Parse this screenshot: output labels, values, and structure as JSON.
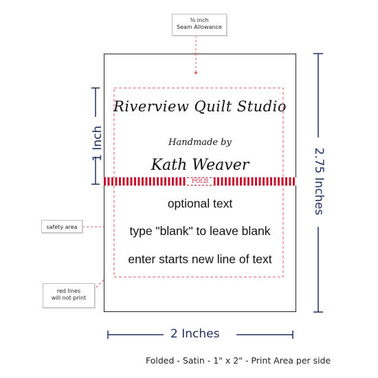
{
  "callouts": {
    "seam_fraction": "⅜",
    "seam_unit": "inch",
    "seam_label": "Seam Allowance",
    "safety_label": "safety area",
    "red_lines_1": "red lines",
    "red_lines_2": "will not print"
  },
  "label": {
    "studio_name": "Riverview Quilt Studio",
    "handmade_by": "Handmade by",
    "maker_name": "Kath Weaver",
    "fold_label": "FOLD",
    "line_1": "optional text",
    "line_2": "type \"blank\" to leave blank",
    "line_3": "enter starts new line of text"
  },
  "dimensions": {
    "width": "2 Inches",
    "height_fold": "1 Inch",
    "height_total": "2.75 Inches"
  },
  "footer": "Folded - Satin - 1\" x 2\" - Print Area per side",
  "colors": {
    "dimension": "#1f2d5c",
    "guide_red": "#c8102e",
    "border": "#222222"
  }
}
